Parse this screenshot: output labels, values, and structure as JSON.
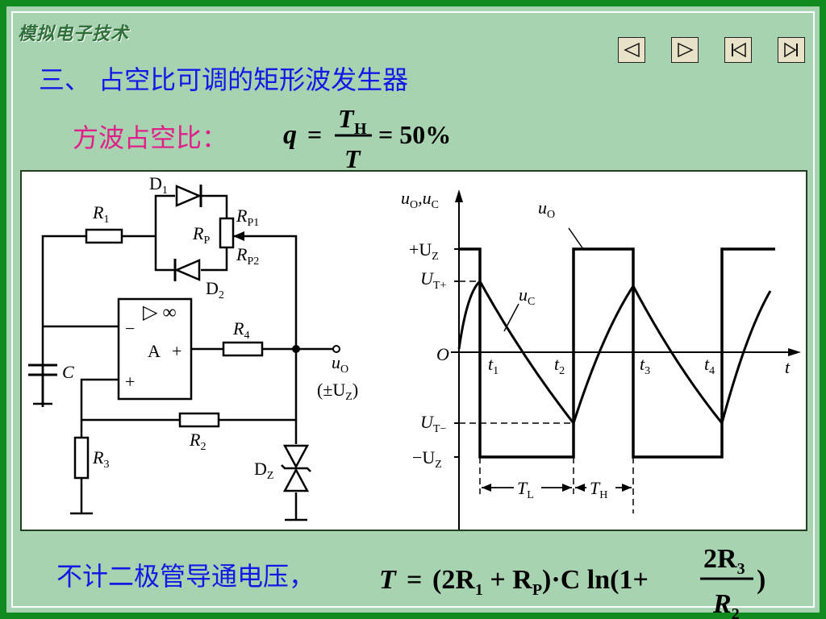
{
  "header": {
    "course_title": "模拟电子技术",
    "section_title": "三、 占空比可调的矩形波发生器"
  },
  "nav": {
    "buttons": [
      "previous-slide",
      "next-slide",
      "first-slide",
      "last-slide"
    ]
  },
  "duty_cycle": {
    "label": "方波占空比：",
    "q": "q",
    "eq": "=",
    "num": "T",
    "num_sub": "H",
    "den": "T",
    "result": "= 50%"
  },
  "circuit": {
    "D1": "D",
    "D1_sub": "1",
    "D2": "D",
    "D2_sub": "2",
    "R1": "R",
    "R1_sub": "1",
    "RP": "R",
    "RP_sub": "P",
    "RP1": "R",
    "RP1_sub": "P1",
    "RP2": "R",
    "RP2_sub": "P2",
    "R4": "R",
    "R4_sub": "4",
    "R2": "R",
    "R2_sub": "2",
    "R3": "R",
    "R3_sub": "3",
    "C": "C",
    "DZ": "D",
    "DZ_sub": "Z",
    "opamp_symbol": "▷ ∞",
    "opamp_A": "A",
    "opamp_plus_out": "+",
    "opamp_minus": "−",
    "opamp_plus": "+",
    "uO": "u",
    "uO_sub": "O",
    "uO_range": "(±U",
    "uO_range_sub": "Z",
    "uO_range_end": ")"
  },
  "waveform": {
    "y_axis": "u",
    "y_axis_sub1": "O",
    "y_axis_mid": ",u",
    "y_axis_sub2": "C",
    "x_axis": "t",
    "origin": "O",
    "uO_label": "u",
    "uO_label_sub": "O",
    "uC_label": "u",
    "uC_label_sub": "C",
    "plus_UZ": "+U",
    "plus_UZ_sub": "Z",
    "UT_plus": "U",
    "UT_plus_sub": "T+",
    "UT_minus": "U",
    "UT_minus_sub": "T−",
    "minus_UZ": "−U",
    "minus_UZ_sub": "Z",
    "t1": "t",
    "t1_sub": "1",
    "t2": "t",
    "t2_sub": "2",
    "t3": "t",
    "t3_sub": "3",
    "t4": "t",
    "t4_sub": "4",
    "TL": "T",
    "TL_sub": "L",
    "TH": "T",
    "TH_sub": "H"
  },
  "bottom": {
    "label": "不计二极管导通电压，",
    "formula_T": "T",
    "formula_eq": "=",
    "formula_body": "(2R",
    "formula_sub1": "1",
    "formula_plus": " + R",
    "formula_subP": "P",
    "formula_mid": ")·C ln(1+",
    "frac_num": "2R",
    "frac_num_sub": "3",
    "frac_den": "R",
    "frac_den_sub": "2",
    "close": ")"
  },
  "colors": {
    "frame": "#0f8a1e",
    "background": "#a8d3b0",
    "title_blue": "#1418e6",
    "label_pink": "#e0208a"
  }
}
